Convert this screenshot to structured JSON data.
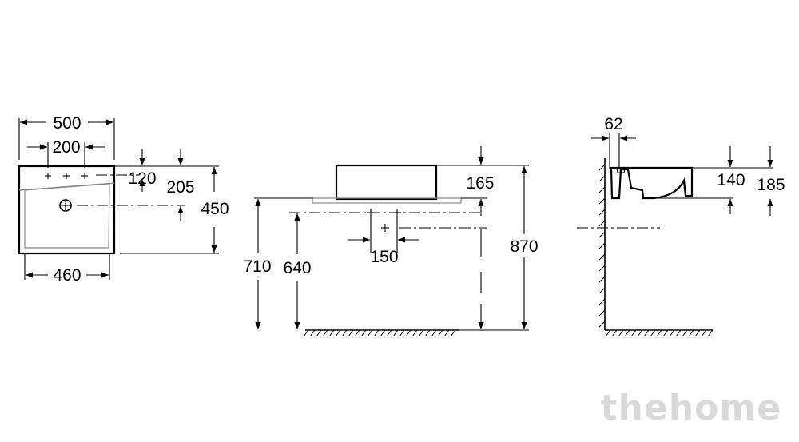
{
  "top_view": {
    "overall_width": "500",
    "tap_spacing": "200",
    "inner_width": "460",
    "depth": "450",
    "tap_offset": "120",
    "drain_offset": "205"
  },
  "front_view": {
    "basin_height": "165",
    "floor_to_counter": "710",
    "floor_to_waste": "640",
    "floor_to_rim": "870",
    "waste_spacing": "150"
  },
  "side_view": {
    "wall_gap": "62",
    "overflow_height": "140",
    "rim_height": "185"
  },
  "watermark": "thehome"
}
